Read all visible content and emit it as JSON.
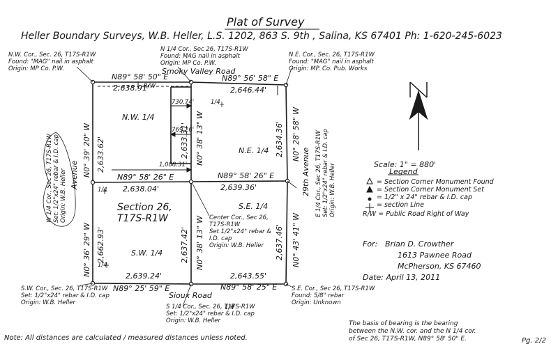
{
  "header": {
    "title": "Plat of Survey",
    "firm_line": "Heller Boundary Surveys, W.B. Heller, L.S. 1202, 863 S. 9th , Salina, KS 67401 Ph: 1-620-245-6023"
  },
  "corners": {
    "nw": [
      "N.W. Cor., Sec. 26, T17S-R1W",
      "Found: \"MAG\" nail in asphalt",
      "Origin: MP Co. P.W."
    ],
    "n_quarter": [
      "N 1/4 Cor., Sec 26, T17S-R1W",
      "Found: MAG nail in asphalt",
      "Origin: MP Co. P.W."
    ],
    "ne": [
      "N.E. Cor., Sec. 26, T17S-R1W",
      "Found: \"MAG\" nail in asphalt",
      "Origin: MP. Co. Pub. Works"
    ],
    "w_quarter": [
      "W 1/4 Cor., Sec 26, T17S-R1W",
      "Set: 1/2\"x24\" rebar & I.D. cap",
      "Origin: W.B. Heller"
    ],
    "e_quarter": [
      "E 1/4 Cor., Sec 26, T17S-R1W",
      "Set: 1/2\"x24\" rebar & I.D. cap",
      "Origin: W.B. Heller"
    ],
    "center": [
      "Center Cor., Sec 26,",
      "T17S-R1W",
      "Set 1/2\"x24\" rebar &",
      "I.D. cap",
      "Origin: W.B. Heller"
    ],
    "sw": [
      "S.W. Cor., Sec. 26, T17S-R1W",
      "Set: 1/2\"x24\" rebar & I.D. cap",
      "Origin: W.B. Heller"
    ],
    "s_quarter": [
      "S 1/4 Cor., Sec. 26, T17S-R1W",
      "Set: 1/2\"x24\" rebar & I.D. cap",
      "Origin: W.B. Heller"
    ],
    "se": [
      "S.E. Cor., Sec 26, T17S-R1W",
      "Found: 5/8\" rebar",
      "Origin: Unknown"
    ]
  },
  "roads": {
    "north": "Smoky Valley Road",
    "south": "Sioux Road",
    "west": "Avenue",
    "east": "29th Avenue"
  },
  "bearings": {
    "north_w": "N89° 58' 50\" E",
    "north_e": "N89° 56' 58\" E",
    "mid_w": "N89° 58' 26\" E",
    "mid_e": "N89° 58' 26\" E",
    "south_w": "N89° 25' 59\" E",
    "south_e": "N89° 58' 25\" E",
    "west_n": "N0° 39' 20\" W",
    "west_s": "N0° 36' 29\" W",
    "center_n": "N0° 38' 13\" W",
    "center_s": "N0° 38' 13\" W",
    "east_n": "N0° 28' 58\" W",
    "east_s": "N0° 43' 41\" W"
  },
  "distances": {
    "north_w": "2,638.91'",
    "north_e": "2,646.44'",
    "mid_w": "2,638.04'",
    "mid_e": "2,639.36'",
    "south_w": "2,639.24'",
    "south_e": "2,643.55'",
    "west_n": "2,633.62'",
    "west_s": "2,662.93'",
    "center_n": "2,633.31'",
    "center_s": "2,637.42'",
    "east_n": "2,634.36'",
    "east_s": "2,637.46'",
    "d730": "730.74'",
    "d769": "769.26'",
    "d1088": "1,088.31'"
  },
  "quarters": {
    "nw": "N.W. 1/4",
    "ne": "N.E. 1/4",
    "se": "S.E. 1/4",
    "sw": "S.W. 1/4",
    "section_name": "Section 26,",
    "township": "T17S-R1W"
  },
  "symbols": {
    "cl1": "1/4",
    "cl2": "1/4",
    "cl3": "1/4",
    "cl4": "1/4",
    "rw": "R/W"
  },
  "scale": {
    "label": "Scale: 1\" = 880'"
  },
  "legend": {
    "title": "Legend",
    "items": [
      "= Section Corner Monument Found",
      "= Section Corner Monument Set",
      "= 1/2\" x 24\" rebar & I.D. cap",
      "= section Line",
      "R/W = Public Road Right of Way"
    ]
  },
  "client": {
    "for_label": "For:",
    "name": "Brian D. Crowther",
    "street": "1613 Pawnee Road",
    "city": "McPherson, KS 67460",
    "date": "Date: April 13, 2011"
  },
  "notes": {
    "basis": [
      "The basis of bearing is the bearing",
      "between the N.W. cor. and the N 1/4 cor.",
      "of Sec 26, T17S-R1W, N89° 58' 50\" E."
    ],
    "bottom": "Note: All distances are calculated / measured distances unless noted.",
    "page": "Pg. 2/2"
  }
}
